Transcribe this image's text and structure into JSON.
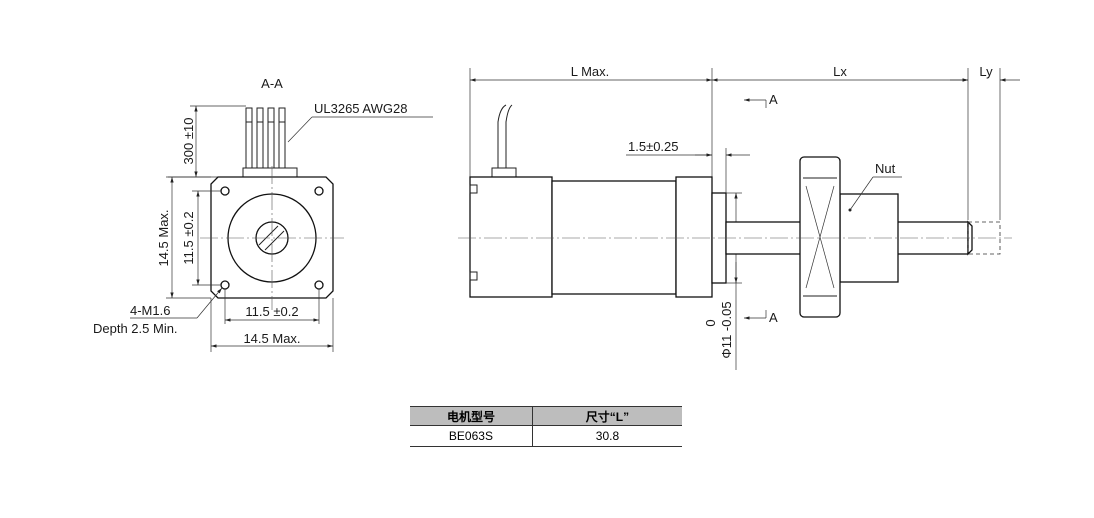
{
  "end_view": {
    "section_label": "A-A",
    "wire_label": "UL3265 AWG28",
    "lead_length": "300 ±10",
    "dim_height_max": "14.5 Max.",
    "dim_hole_pitch_v": "11.5 ±0.2",
    "dim_hole_pitch_h": "11.5 ±0.2",
    "dim_width_max": "14.5 Max.",
    "thread_label": "4-M1.6",
    "depth_label": "Depth 2.5 Min."
  },
  "side_view": {
    "length_label": "L Max.",
    "stroke_label": "Lx",
    "extension_label": "Ly",
    "section_mark": "A",
    "pilot_length": "1.5±0.25",
    "nut_label": "Nut",
    "pilot_diameter": "Φ11 -0.05",
    "pilot_tolerance_upper": "0"
  },
  "table": {
    "headers": [
      "电机型号",
      "尺寸“L”"
    ],
    "rows": [
      [
        "BE063S",
        "30.8"
      ]
    ]
  }
}
